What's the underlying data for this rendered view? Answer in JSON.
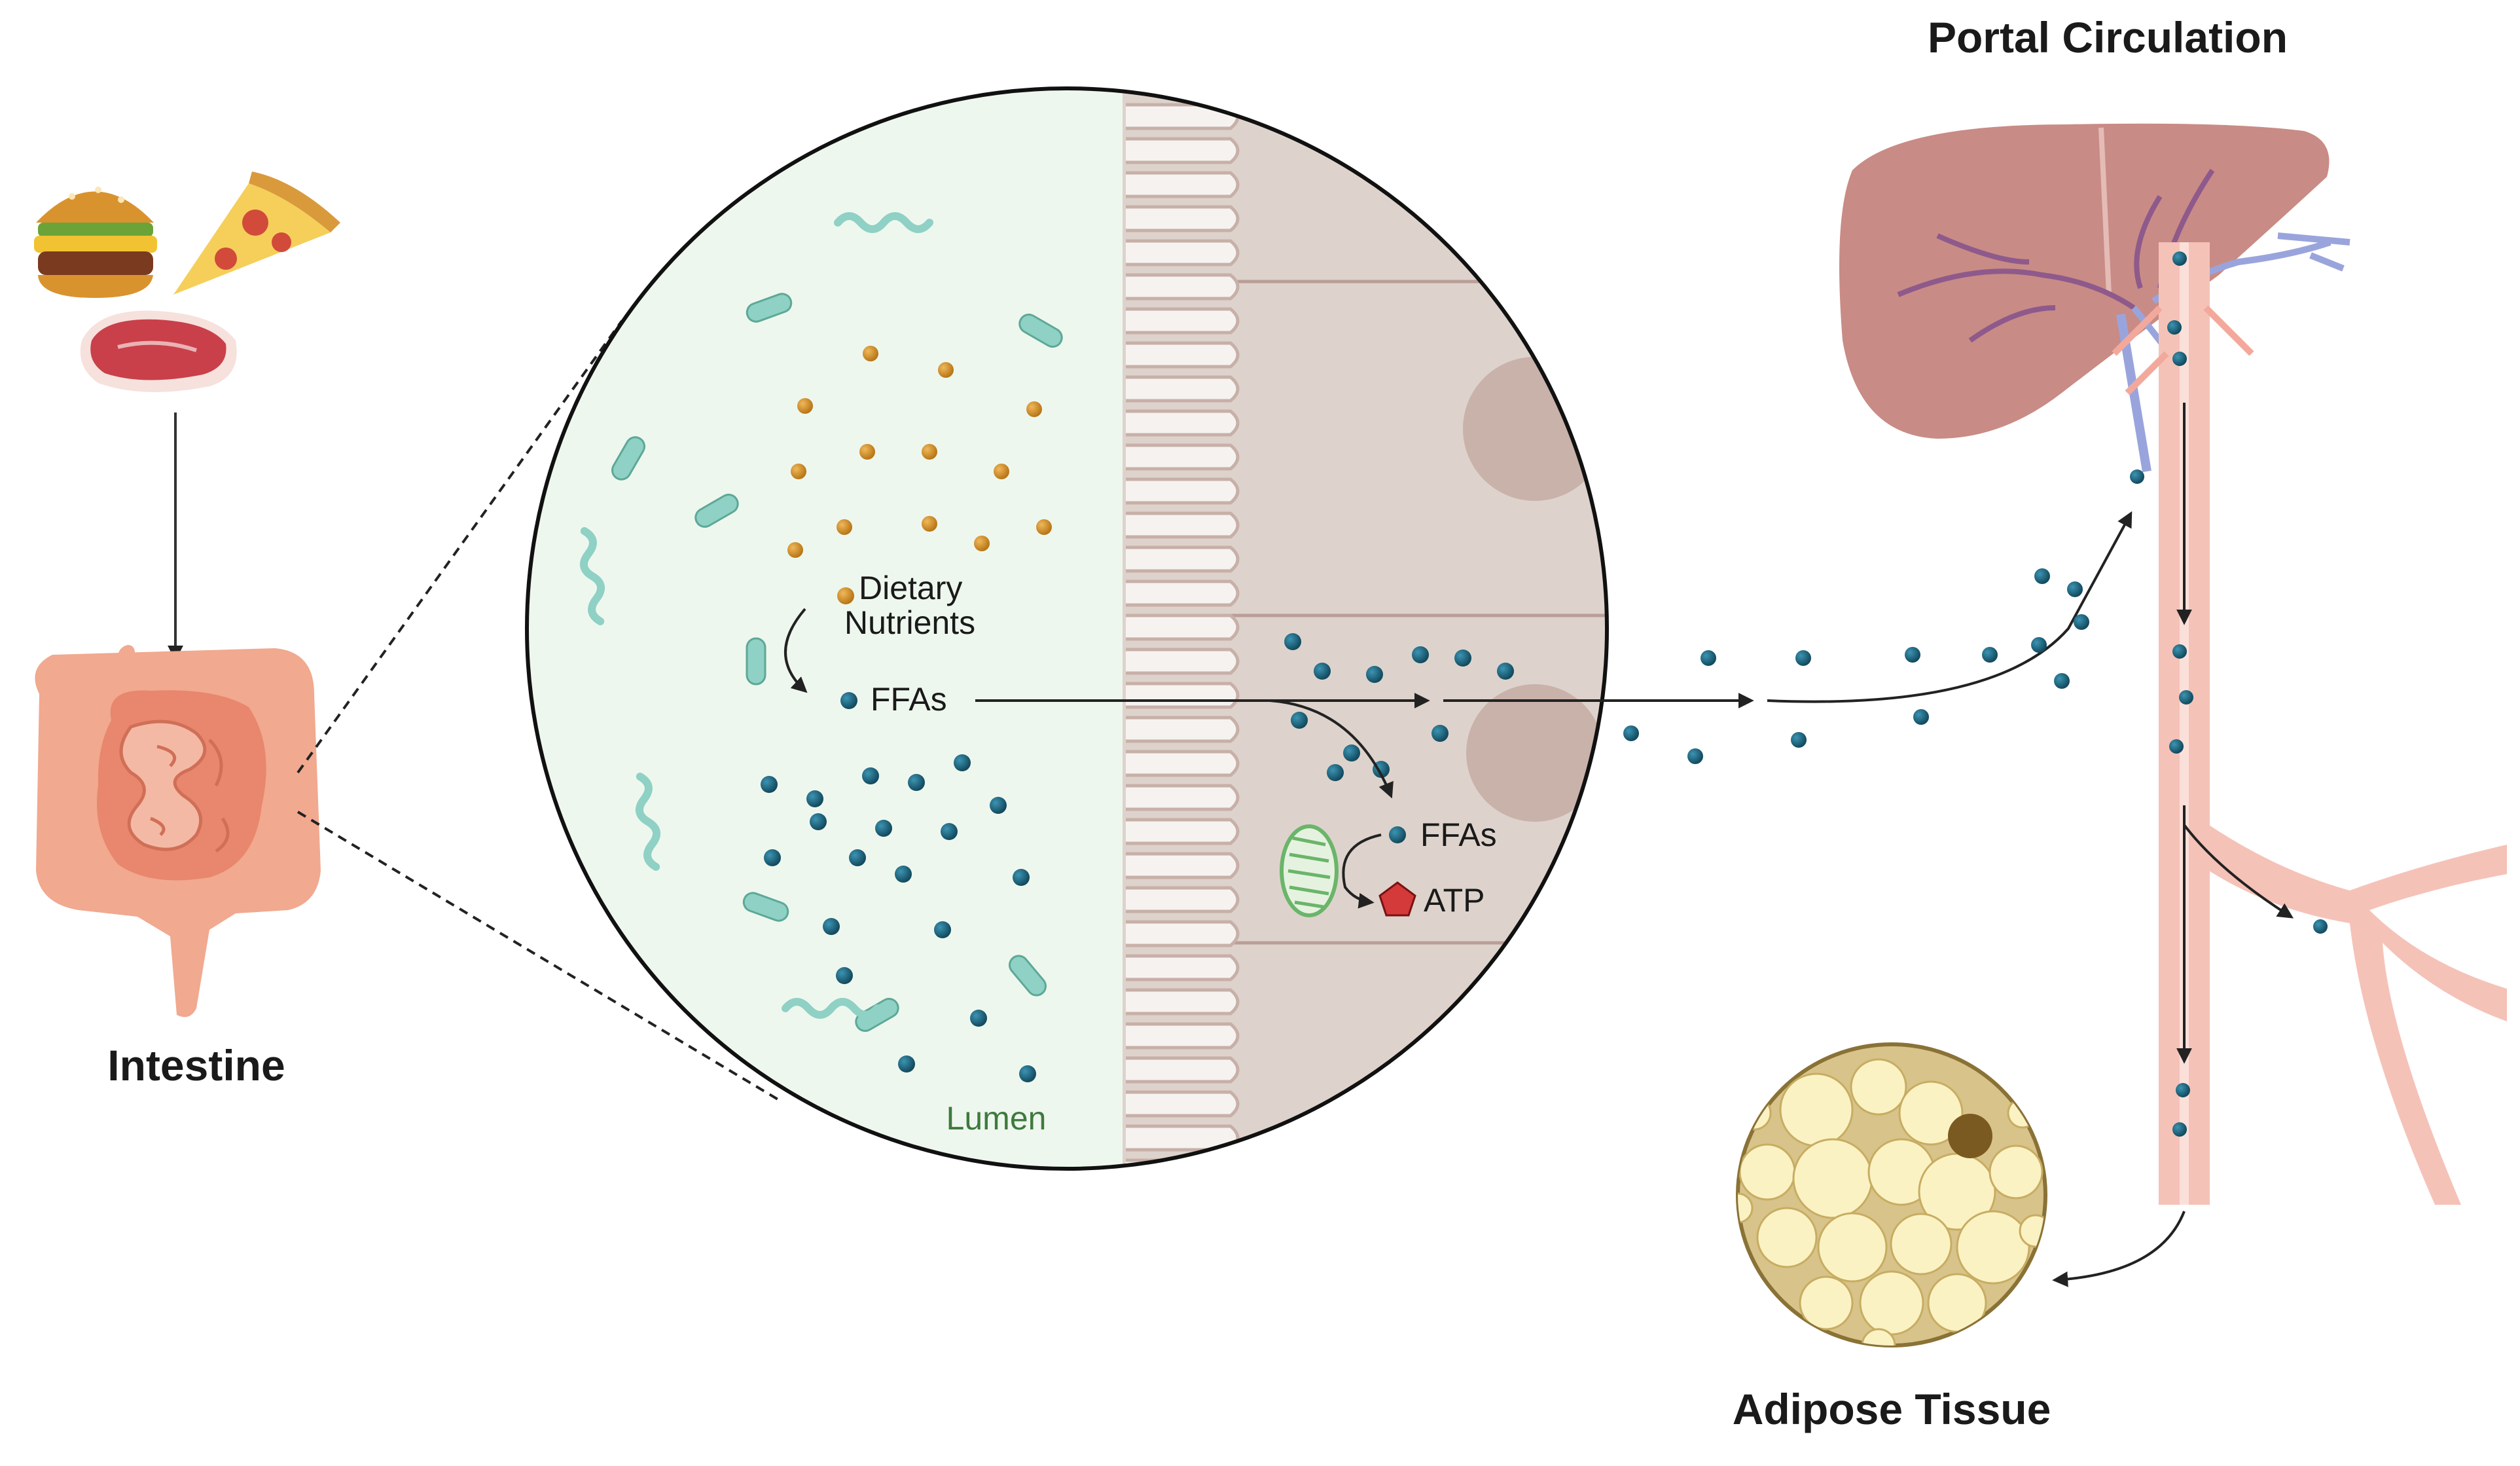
{
  "labels": {
    "intestine": "Intestine",
    "portal_circulation": "Portal Circulation",
    "adipose_tissue": "Adipose Tissue",
    "dietary_line1": "Dietary",
    "dietary_line2": "Nutrients",
    "ffas_lumen": "FFAs",
    "ffas_cell": "FFAs",
    "atp": "ATP",
    "lumen": "Lumen"
  },
  "icons": [
    "burger-icon",
    "pizza-icon",
    "steak-icon",
    "intestine-icon",
    "bacteria-icon",
    "mitochondrion-icon",
    "liver-icon",
    "blood-vessel-icon",
    "adipocyte-icon"
  ],
  "colors": {
    "ffa_dot": "#1d6a85",
    "nutrient_dot": "#d4952a",
    "bacteria": "#8fd1c4",
    "lumen_bg": "#eef7ee",
    "cell_bg": "#ddd3cc",
    "vessel": "#f5c2b8",
    "liver": "#c98b85",
    "atp": "#d43a3a",
    "adipocyte_bg": "#d8c38a",
    "fat_droplet": "#fbf2c4"
  }
}
